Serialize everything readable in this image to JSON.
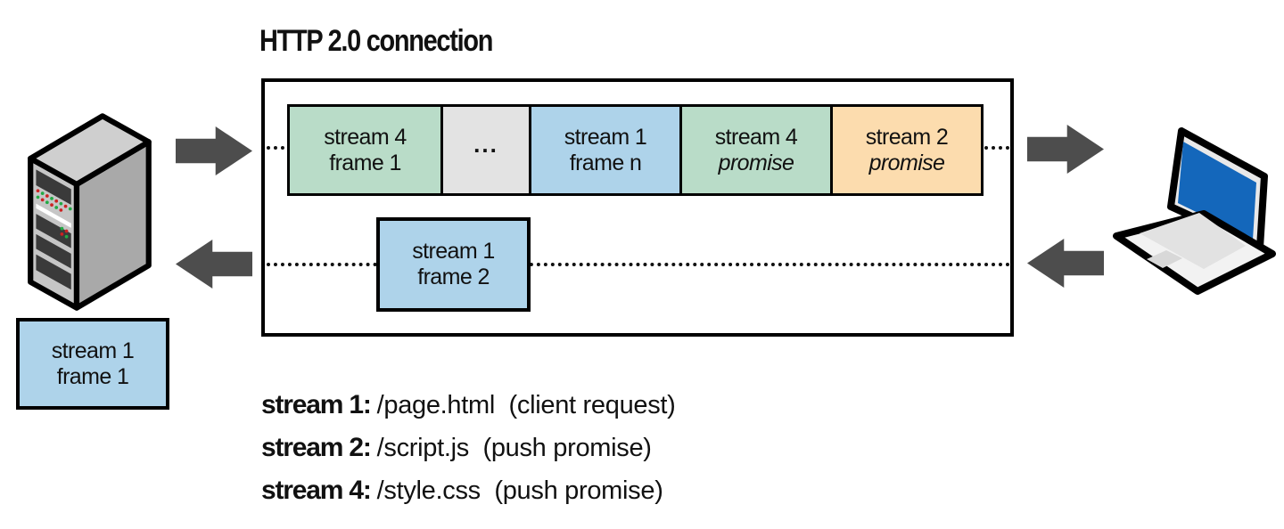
{
  "title": "HTTP 2.0 connection",
  "connection": {
    "request_frames": [
      {
        "line1": "stream 4",
        "line2": "frame 1",
        "color": "#b9dcc8"
      },
      {
        "line1": "...",
        "line2": "",
        "color": "#e3e3e3"
      },
      {
        "line1": "stream 1",
        "line2": "frame n",
        "color": "#aed3ea"
      },
      {
        "line1": "stream 4",
        "line2": "promise",
        "color": "#b9dcc8"
      },
      {
        "line1": "stream 2",
        "line2": "promise",
        "color": "#fcdcae"
      }
    ],
    "response_frame": {
      "line1": "stream 1",
      "line2": "frame 2",
      "color": "#aed3ea"
    }
  },
  "server": {
    "icon": "server-icon",
    "pending_frame": {
      "line1": "stream 1",
      "line2": "frame 1",
      "color": "#aed3ea"
    }
  },
  "client": {
    "icon": "laptop-icon"
  },
  "legend": [
    {
      "label": "stream 1:",
      "text": "/page.html  (client request)"
    },
    {
      "label": "stream 2:",
      "text": "/script.js  (push promise)"
    },
    {
      "label": "stream 4:",
      "text": "/style.css  (push promise)"
    }
  ],
  "colors": {
    "frame_green": "#b9dcc8",
    "frame_gray": "#e3e3e3",
    "frame_blue": "#aed3ea",
    "frame_orange": "#fcdcae",
    "arrow_gray": "#4d4d4d",
    "border_black": "#000000",
    "laptop_screen_blue": "#1467bb"
  }
}
